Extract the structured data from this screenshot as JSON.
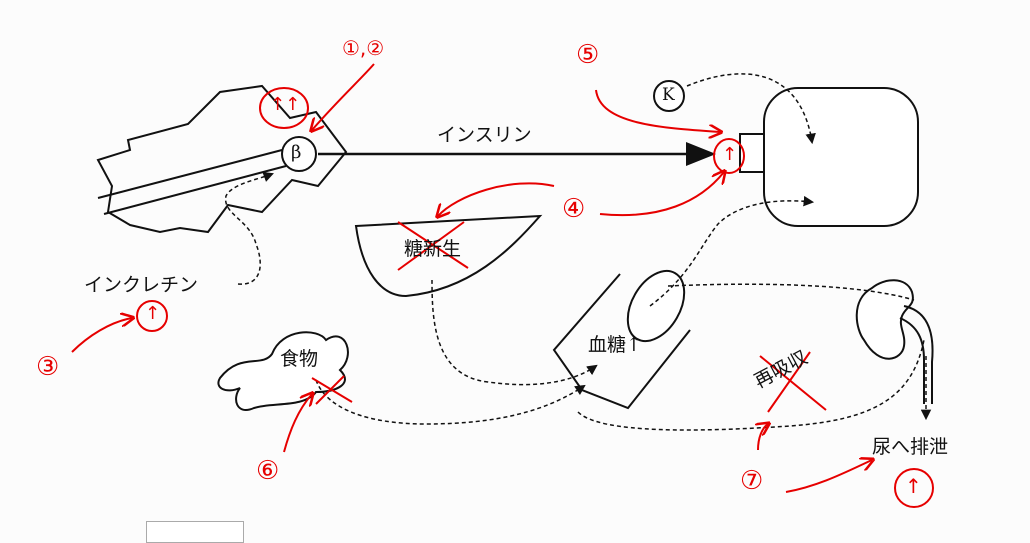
{
  "labels": {
    "beta": "β",
    "insulin": "インスリン",
    "k": "K",
    "gluconeogenesis": "糖新生",
    "incretin": "インクレチン",
    "food": "食物",
    "blood_glucose": "血糖↑",
    "reabsorption": "再吸収",
    "urine_excretion": "尿へ排泄"
  },
  "annotations": {
    "n12": "①,②",
    "n3": "③",
    "n4": "④",
    "n5": "⑤",
    "n6": "⑥",
    "n7": "⑦",
    "up_arrow": "↑",
    "double_up": "↑↑"
  },
  "colors": {
    "ink": "#111111",
    "annotation": "#e60000"
  }
}
